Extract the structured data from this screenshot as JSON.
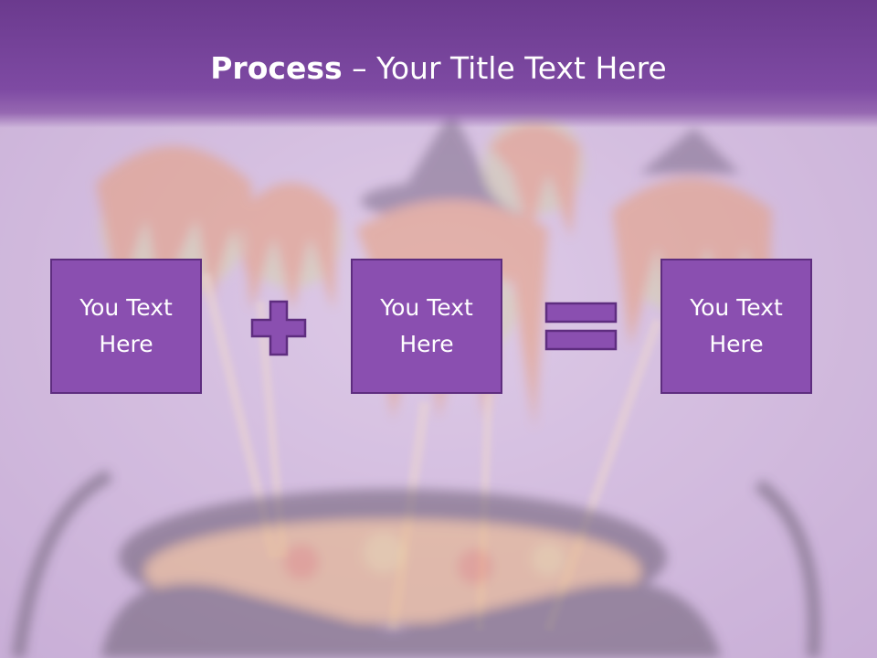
{
  "slide": {
    "title_bold": "Process",
    "title_rest": " – Your Title Text Here"
  },
  "process": {
    "boxes": [
      {
        "label": "You Text Here"
      },
      {
        "label": "You Text Here"
      },
      {
        "label": "You Text Here"
      }
    ],
    "operators": [
      "plus-icon",
      "equals-icon"
    ]
  },
  "colors": {
    "title_bar": "#7e4aa3",
    "box_fill": "#8a4fb0",
    "box_border": "#5e2d7f",
    "text": "#ffffff"
  }
}
